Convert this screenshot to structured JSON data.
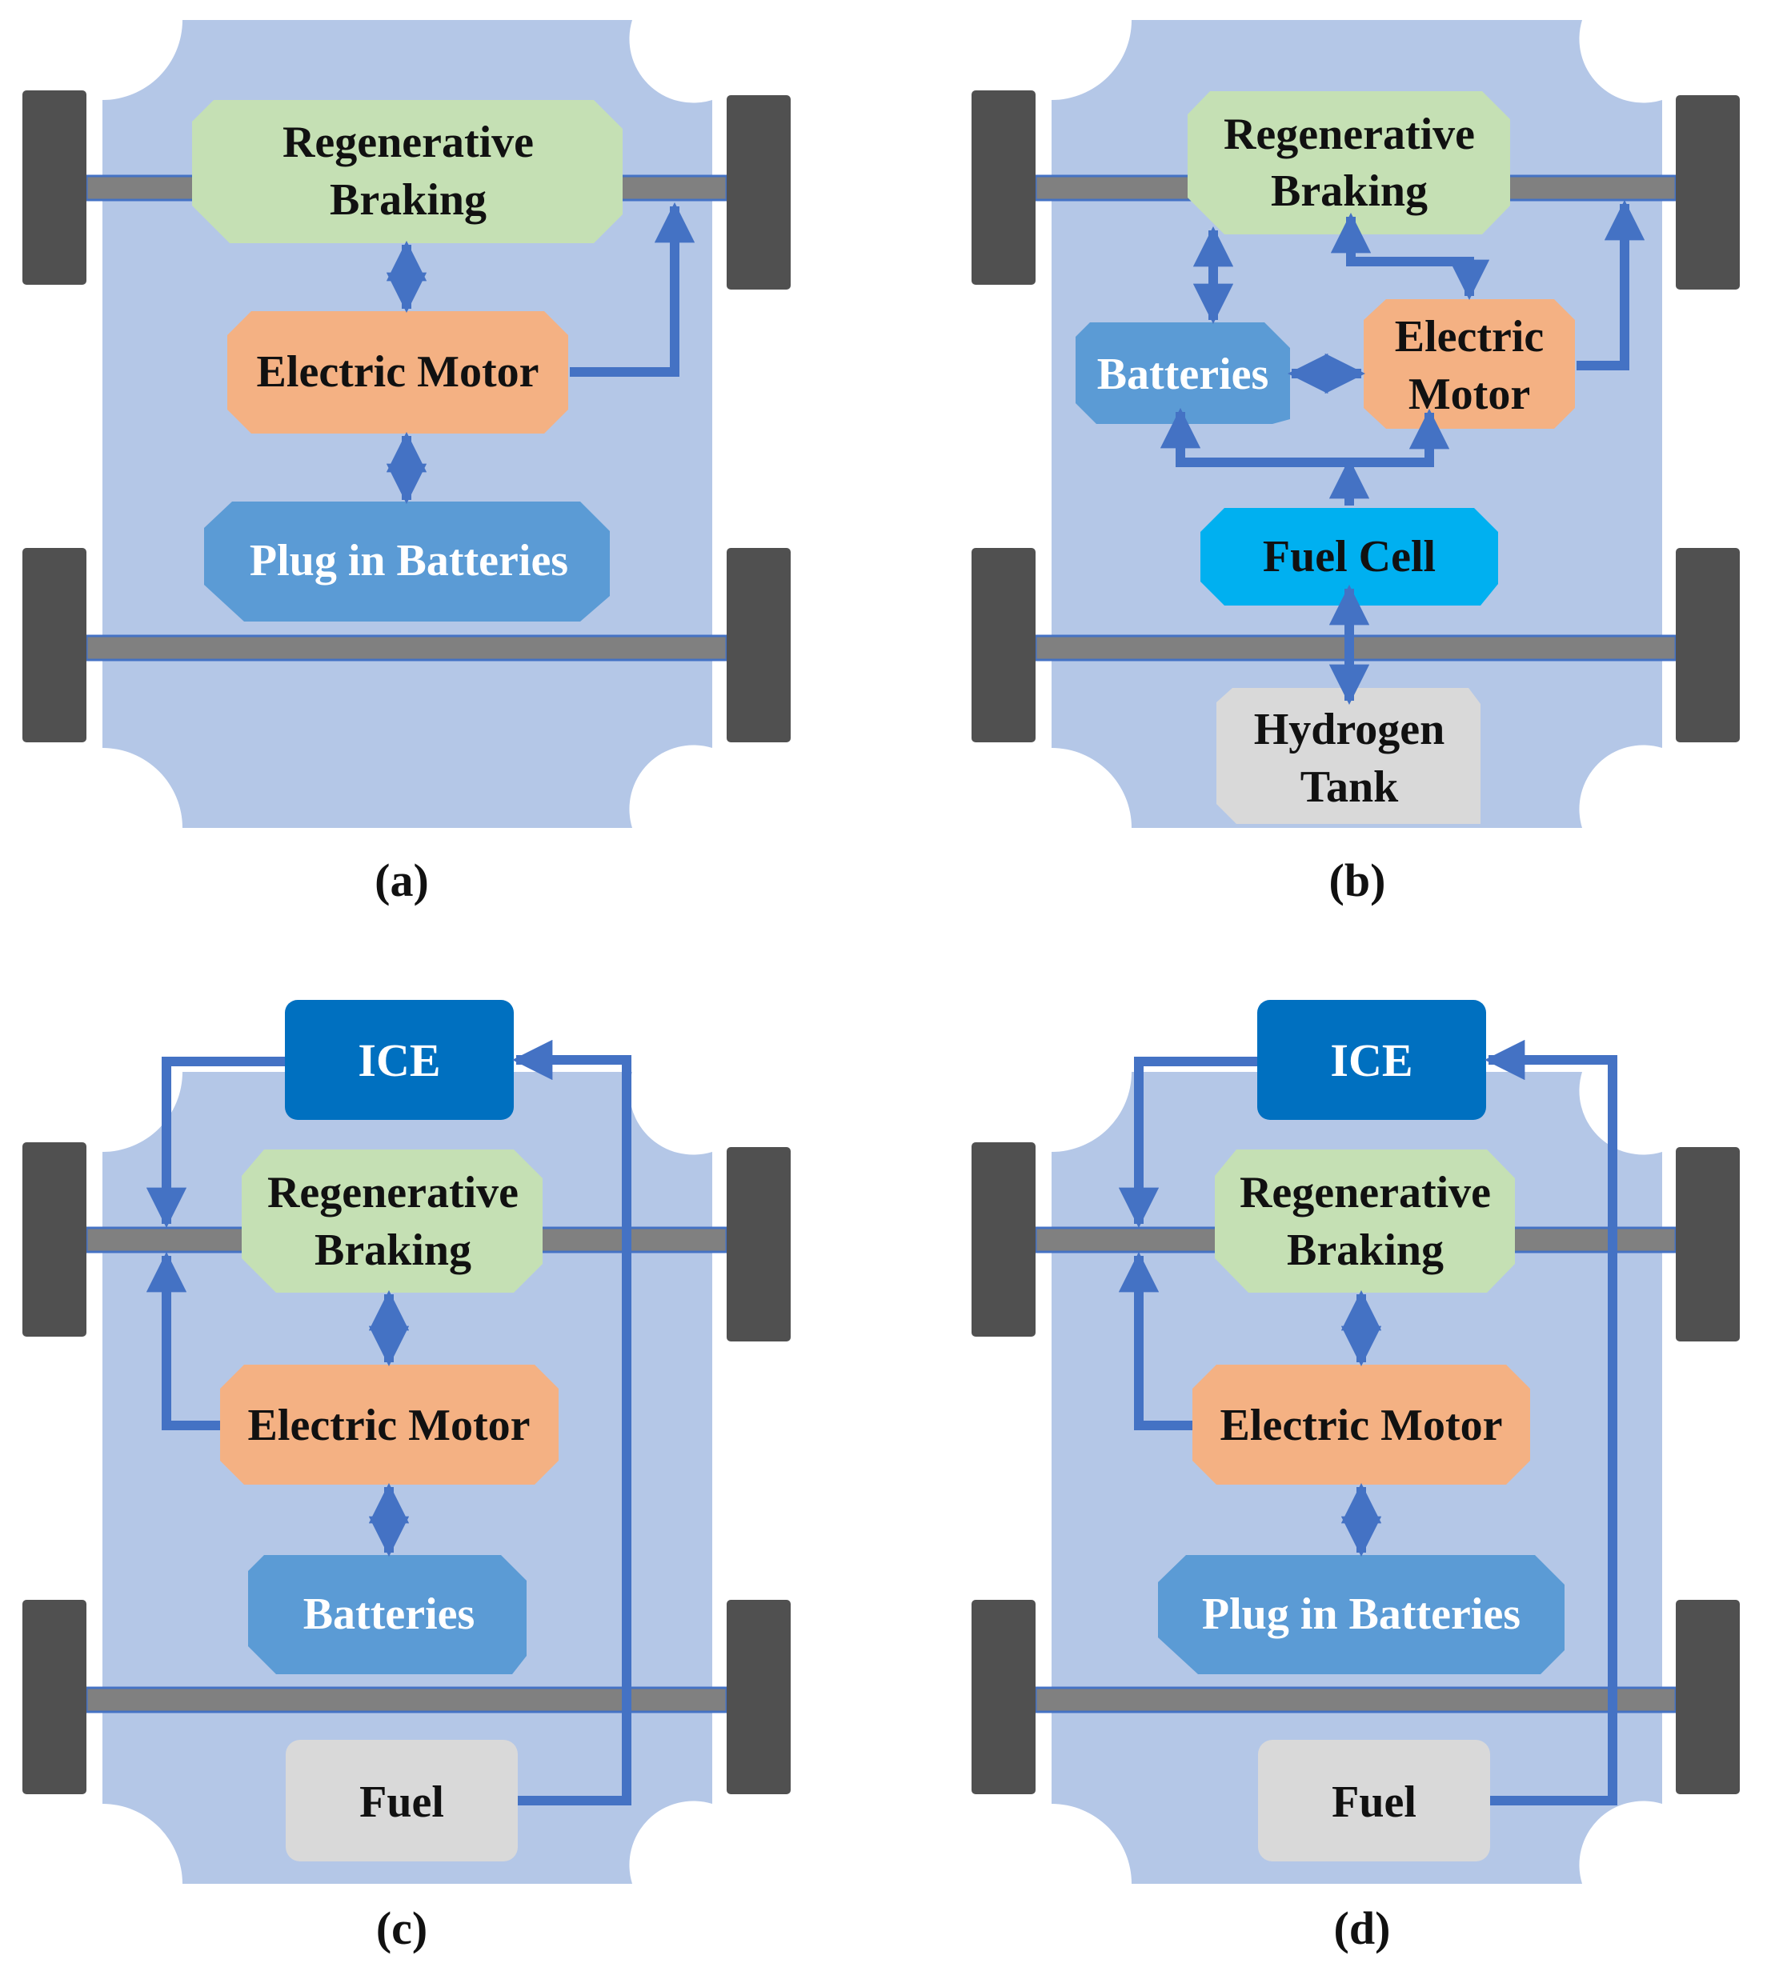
{
  "panels": {
    "a": {
      "caption": "(a)",
      "regen_line1": "Regenerative",
      "regen_line2": "Braking",
      "motor": "Electric Motor",
      "battery": "Plug in Batteries"
    },
    "b": {
      "caption": "(b)",
      "regen_line1": "Regenerative",
      "regen_line2": "Braking",
      "motor_line1": "Electric",
      "motor_line2": "Motor",
      "battery": "Batteries",
      "fuel_cell": "Fuel Cell",
      "tank_line1": "Hydrogen",
      "tank_line2": "Tank"
    },
    "c": {
      "caption": "(c)",
      "ice": "ICE",
      "regen_line1": "Regenerative",
      "regen_line2": "Braking",
      "motor": "Electric Motor",
      "battery": "Batteries",
      "fuel": "Fuel"
    },
    "d": {
      "caption": "(d)",
      "ice": "ICE",
      "regen_line1": "Regenerative",
      "regen_line2": "Braking",
      "motor": "Electric Motor",
      "battery": "Plug in Batteries",
      "fuel": "Fuel"
    }
  },
  "colors": {
    "chassis": "#b4c7e7",
    "wheel": "#505050",
    "axle": "#808080",
    "arrow": "#4472c4",
    "regen": "#c5e0b4",
    "motor": "#f4b183",
    "battery": "#5b9bd5",
    "fuel_cell": "#00b0f0",
    "tank": "#d9d9d9",
    "ice": "#0070c0",
    "fuel": "#d9d9d9"
  }
}
